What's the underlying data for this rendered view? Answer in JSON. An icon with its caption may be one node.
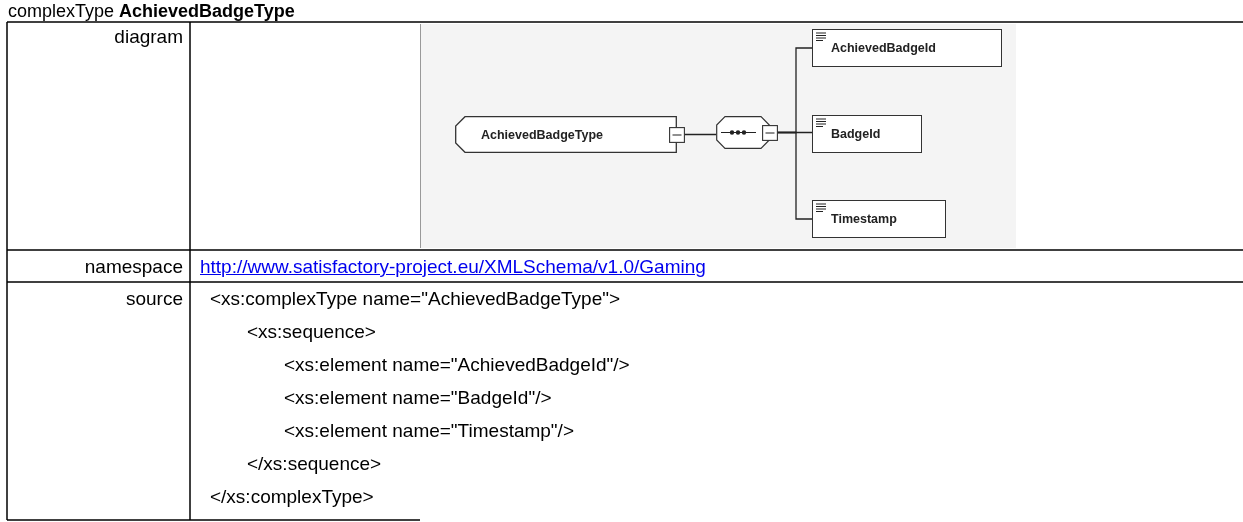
{
  "diagram": {
    "title": "complexType **AchievedBadgeType**",
    "nodes": [
      {
        "text": [
          "AchievedBadgeType"
        ]
      },
      {
        "text": [],
        "shape": "octagon"
      },
      {
        "text": [
          "AchievedBadgeId"
        ]
      },
      {
        "text": [
          "BadgeId"
        ]
      },
      {
        "text": [
          "Timestamp"
        ]
      }
    ],
    "edges": [
      {
        "from": 0,
        "to": 1,
        "arrow": "none"
      },
      {
        "from": 1,
        "to": 2,
        "arrow": "none"
      },
      {
        "from": 1,
        "to": 3,
        "arrow": "none"
      },
      {
        "from": 1,
        "to": 4,
        "arrow": "none"
      }
    ],
    "labels": [
      "diagram",
      "namespace",
      "http://www.satisfactory-project.eu/XMLSchema/v1.0/Gaming",
      "source",
      "<xs:complexType name=\"AchievedBadgeType\">",
      "<xs:sequence>",
      "<xs:element name=\"AchievedBadgeId\"/>",
      "<xs:element name=\"BadgeId\"/>",
      "<xs:element name=\"Timestamp\"/>",
      "</xs:sequence>",
      "</xs:complexType>"
    ]
  }
}
